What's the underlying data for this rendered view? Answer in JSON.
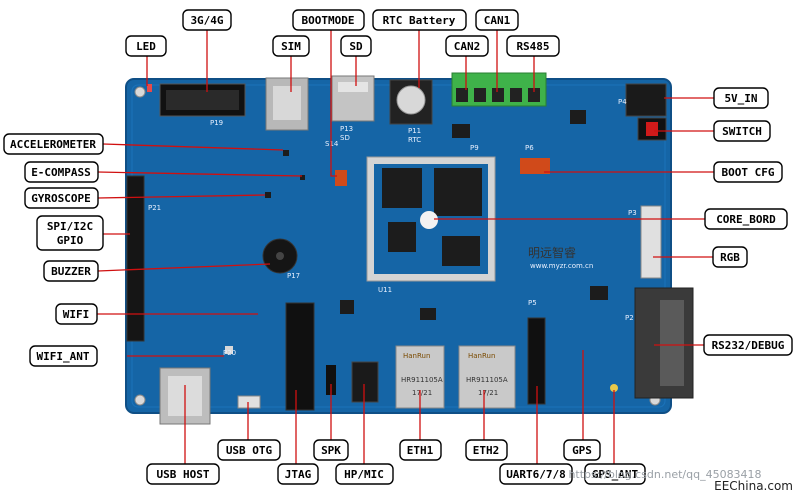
{
  "labels": {
    "g3_4g": "3G/4G",
    "bootmode": "BOOTMODE",
    "rtc_battery": "RTC Battery",
    "can1": "CAN1",
    "led": "LED",
    "sim": "SIM",
    "sd": "SD",
    "can2": "CAN2",
    "rs485": "RS485",
    "v5_in": "5V_IN",
    "switch": "SWITCH",
    "accelerometer": "ACCELEROMETER",
    "e_compass": "E-COMPASS",
    "gyroscope": "GYROSCOPE",
    "spi_i2c": "SPI/I2C",
    "gpio": "GPIO",
    "buzzer": "BUZZER",
    "wifi": "WIFI",
    "wifi_ant": "WIFI_ANT",
    "boot_cfg": "BOOT CFG",
    "core_bord": "CORE_BORD",
    "rgb": "RGB",
    "rs232_debug": "RS232/DEBUG",
    "usb_otg": "USB OTG",
    "usb_host": "USB HOST",
    "jtag": "JTAG",
    "spk": "SPK",
    "hp_mic": "HP/MIC",
    "eth1": "ETH1",
    "eth2": "ETH2",
    "uart": "UART6/7/8",
    "gps": "GPS",
    "gps_ant": "GPS_ANT"
  },
  "silkscreen": {
    "p19": "P19",
    "p13": "P13",
    "p11": "P11",
    "sd": "SD",
    "rtc": "RTC",
    "s14": "S14",
    "p21": "P21",
    "p17": "P17",
    "p20": "P20",
    "u11": "U11",
    "p5": "P5",
    "p2": "P2",
    "p3": "P3",
    "p4": "P4",
    "p9": "P9",
    "p6": "P6",
    "brand_cn": "明远智睿",
    "brand_url": "www.myzr.com.cn",
    "hanrun": "HanRun",
    "hr_part": "HR911105A",
    "hr_date": "17/21"
  },
  "footer": {
    "watermark": "https://blog.csdn.net/qq_45083418",
    "site": "EEChina.com"
  },
  "colors": {
    "pcb": "#1565a6",
    "pcb_edge": "#0f4f86",
    "label_border": "#000000",
    "leader": "#d01010",
    "terminal": "#3fb24a",
    "chip": "#1c1c1c"
  }
}
